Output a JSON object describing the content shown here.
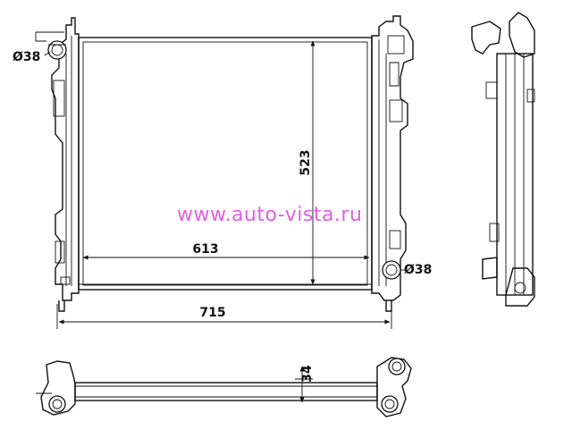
{
  "colors": {
    "line": "#111111",
    "watermark": "#e060e0",
    "background": "#ffffff"
  },
  "dimensions": {
    "core_width": "613",
    "overall_width": "715",
    "core_height": "523",
    "thickness": "34",
    "inlet_diameter": "Ø38",
    "outlet_diameter": "Ø38"
  },
  "watermark": "www.auto-vista.ru"
}
